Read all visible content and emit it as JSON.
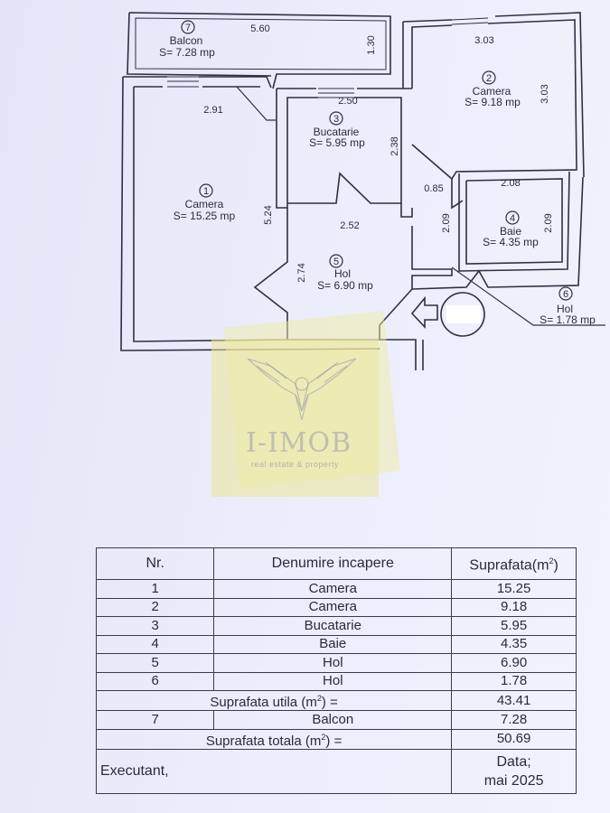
{
  "plan": {
    "rooms": [
      {
        "num": "1",
        "name": "Camera",
        "area": "S= 15.25 mp"
      },
      {
        "num": "2",
        "name": "Camera",
        "area": "S= 9.18 mp"
      },
      {
        "num": "3",
        "name": "Bucatarie",
        "area": "S= 5.95 mp"
      },
      {
        "num": "4",
        "name": "Baie",
        "area": "S= 4.35 mp"
      },
      {
        "num": "5",
        "name": "Hol",
        "area": "S= 6.90 mp"
      },
      {
        "num": "6",
        "name": "Hol",
        "area": "S= 1.78 mp"
      },
      {
        "num": "7",
        "name": "Balcon",
        "area": "S= 7.28 mp"
      }
    ],
    "dimensions": [
      "5.60",
      "1.30",
      "3.03",
      "3.03",
      "2.91",
      "2.50",
      "2.38",
      "5.24",
      "0.85",
      "2.08",
      "2.52",
      "2.09",
      "2.09",
      "2.74"
    ]
  },
  "watermark": {
    "brand": "I-IMOB",
    "tagline": "real estate & property"
  },
  "table": {
    "headers": {
      "nr": "Nr.",
      "name": "Denumire incapere",
      "area": "Suprafata(m",
      "area_sup": "2",
      "area_close": ")"
    },
    "rows": [
      {
        "nr": "1",
        "name": "Camera",
        "area": "15.25"
      },
      {
        "nr": "2",
        "name": "Camera",
        "area": "9.18"
      },
      {
        "nr": "3",
        "name": "Bucatarie",
        "area": "5.95"
      },
      {
        "nr": "4",
        "name": "Baie",
        "area": "4.35"
      },
      {
        "nr": "5",
        "name": "Hol",
        "area": "6.90"
      },
      {
        "nr": "6",
        "name": "Hol",
        "area": "1.78"
      }
    ],
    "useful_label": "Suprafata utila (m",
    "useful_sup": "2",
    "useful_close": ") =",
    "useful_value": "43.41",
    "balcony": {
      "nr": "7",
      "name": "Balcon",
      "area": "7.28"
    },
    "total_label": "Suprafata totala (m",
    "total_sup": "2",
    "total_close": ") =",
    "total_value": "50.69",
    "executant": "Executant,",
    "date_label": "Data;",
    "date_value": "mai 2025"
  }
}
